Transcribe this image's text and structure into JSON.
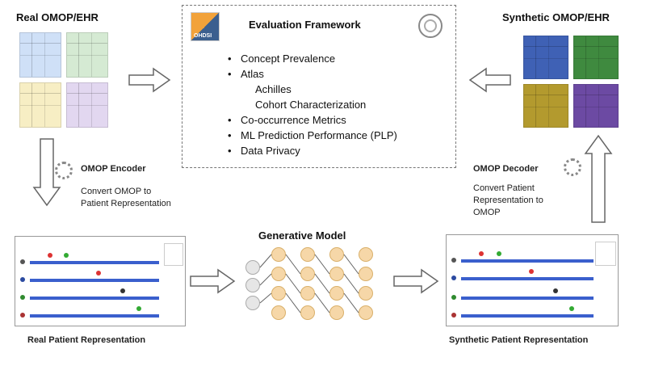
{
  "real_ehr": {
    "title": "Real OMOP/EHR"
  },
  "synthetic_ehr": {
    "title": "Synthetic OMOP/EHR"
  },
  "framework": {
    "title": "Evaluation Framework",
    "logo_text": "OHDSI",
    "items": [
      {
        "text": "Concept Prevalence",
        "indent": false
      },
      {
        "text": "Atlas",
        "indent": false
      },
      {
        "text": "Achilles",
        "indent": true
      },
      {
        "text": "Cohort Characterization",
        "indent": true
      },
      {
        "text": "Co-occurrence Metrics",
        "indent": false
      },
      {
        "text": "ML Prediction Performance (PLP)",
        "indent": false
      },
      {
        "text": "Data Privacy",
        "indent": false
      }
    ]
  },
  "encoder": {
    "title": "OMOP Encoder",
    "desc_line1": "Convert OMOP to",
    "desc_line2": "Patient Representation"
  },
  "decoder": {
    "title": "OMOP Decoder",
    "desc_line1": "Convert Patient",
    "desc_line2": "Representation to",
    "desc_line3": "OMOP"
  },
  "model": {
    "title": "Generative Model"
  },
  "real_rep": {
    "label": "Real Patient Representation"
  },
  "synthetic_rep": {
    "label": "Synthetic Patient Representation"
  },
  "colors": {
    "real_tiles": [
      "#cfe0f7",
      "#d5ead3",
      "#f7eec4",
      "#e2d7f0"
    ],
    "synthetic_tiles": [
      "#3f61b5",
      "#3f8a3f",
      "#b39a2e",
      "#6c4aa3"
    ],
    "lane_blue": "#3a5fcd",
    "node_fill": "#f6d7a8",
    "node_input": "#e6e6e6"
  }
}
